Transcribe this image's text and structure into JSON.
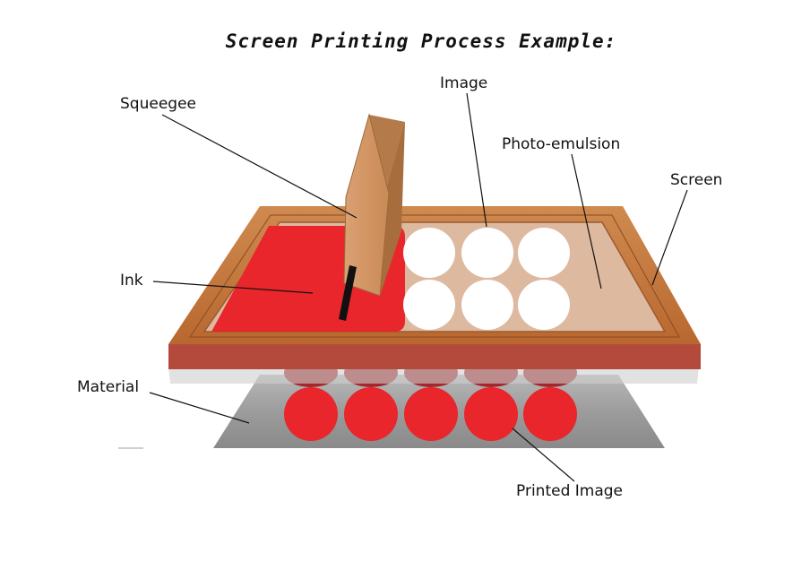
{
  "title": "Screen Printing Process Example:",
  "labels": {
    "squeegee": "Squeegee",
    "image": "Image",
    "photo_emulsion": "Photo-emulsion",
    "screen": "Screen",
    "ink": "Ink",
    "material": "Material",
    "printed_image": "Printed Image"
  },
  "colors": {
    "ink_red": "#e8262b",
    "frame_wood": "#c4743a",
    "frame_side": "#b44a3c",
    "emulsion": "#ddb9a0",
    "squeegee_wood": "#d49a66",
    "material_metal": "#9a9a9a"
  }
}
